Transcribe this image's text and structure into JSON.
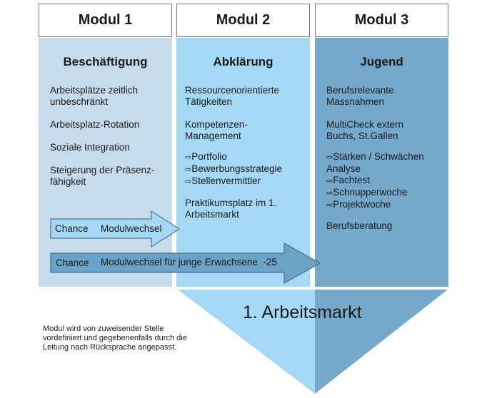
{
  "modules": [
    {
      "header": "Modul 1",
      "title": "Beschäftigung",
      "items": [
        "Arbeitsplätze zeitlich unbeschränkt",
        "Arbeitsplatz-Rotation",
        "Soziale Integration",
        "Steigerung der Präsenz-fähigkeit"
      ]
    },
    {
      "header": "Modul 2",
      "title": "Abklärung",
      "items": [
        "Ressourcenorientierte Tätigkeiten",
        "Kompetenzen-Management"
      ],
      "bullets": [
        "Portfolio",
        "Bewerbungsstrategie",
        "Stellenvermittler"
      ],
      "extra": "Praktikumsplatz im 1. Arbeitsmarkt"
    },
    {
      "header": "Modul 3",
      "title": "Jugend",
      "items": [
        "Berufsrelevante Massnahmen",
        "MultiCheck extern Buchs, St.Gallen"
      ],
      "bullets": [
        "Stärken / Schwächen Analyse",
        "Fachtest",
        "Schnupperwoche",
        "Projektwoche"
      ],
      "extra": "Berufsberatung"
    }
  ],
  "arrows": [
    {
      "label1": "Chance",
      "label2": "Modulwechsel"
    },
    {
      "label1": "Chance",
      "label2": "Modulwechsel für junge Erwachsene  -25"
    }
  ],
  "funnel_label": "1. Arbeitsmarkt",
  "note": "Modul wird von zuweisender Stelle vordefiniert und gegebenenfalls durch die Leitung nach Rücksprache angepasst.",
  "colors": {
    "col1": "#c6dced",
    "col2": "#a5d8f4",
    "col3": "#74a9cb",
    "arrow2": "#6ba3c6"
  }
}
